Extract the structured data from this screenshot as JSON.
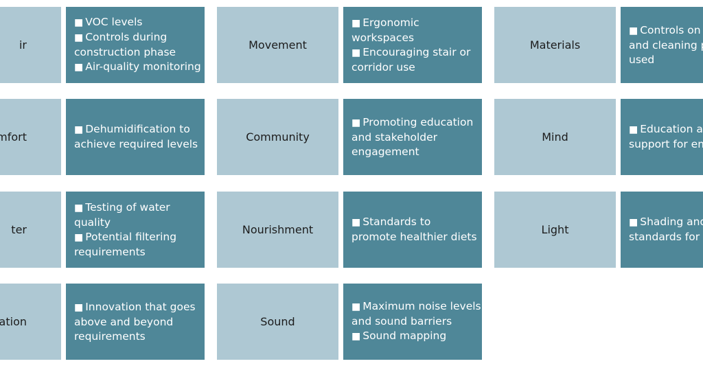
{
  "columns": [
    {
      "rows": [
        {
          "label": "Air",
          "visible_label": "ir",
          "detail_lines": [
            {
              "bullet": true,
              "text": "VOC levels"
            },
            {
              "bullet": true,
              "text": "Controls during"
            },
            {
              "bullet": false,
              "text": "construction phase"
            },
            {
              "bullet": true,
              "text": "Air-quality monitoring"
            }
          ]
        },
        {
          "label": "Thermal comfort",
          "visible_label": "comfort",
          "detail_lines": [
            {
              "bullet": true,
              "text": "Dehumidification to"
            },
            {
              "bullet": false,
              "text": "achieve required levels"
            }
          ]
        },
        {
          "label": "Water",
          "visible_label": "ter",
          "detail_lines": [
            {
              "bullet": true,
              "text": "Testing of water"
            },
            {
              "bullet": false,
              "text": "quality"
            },
            {
              "bullet": true,
              "text": "Potential filtering"
            },
            {
              "bullet": false,
              "text": "requirements"
            }
          ]
        },
        {
          "label": "Innovation",
          "visible_label": "vation",
          "detail_lines": [
            {
              "bullet": true,
              "text": "Innovation that goes"
            },
            {
              "bullet": false,
              "text": "above and beyond"
            },
            {
              "bullet": false,
              "text": "requirements"
            }
          ]
        }
      ]
    },
    {
      "rows": [
        {
          "label": "Movement",
          "visible_label": "Movement",
          "detail_lines": [
            {
              "bullet": true,
              "text": "Ergonomic"
            },
            {
              "bullet": false,
              "text": "workspaces"
            },
            {
              "bullet": true,
              "text": "Encouraging stair or"
            },
            {
              "bullet": false,
              "text": "corridor use"
            }
          ]
        },
        {
          "label": "Community",
          "visible_label": "Community",
          "detail_lines": [
            {
              "bullet": true,
              "text": "Promoting education"
            },
            {
              "bullet": false,
              "text": "and stakeholder"
            },
            {
              "bullet": false,
              "text": "engagement"
            }
          ]
        },
        {
          "label": "Nourishment",
          "visible_label": "Nourishment",
          "detail_lines": [
            {
              "bullet": true,
              "text": "Standards to"
            },
            {
              "bullet": false,
              "text": "promote healthier diets"
            }
          ]
        },
        {
          "label": "Sound",
          "visible_label": "Sound",
          "detail_lines": [
            {
              "bullet": true,
              "text": "Maximum noise levels"
            },
            {
              "bullet": false,
              "text": "and sound barriers"
            },
            {
              "bullet": true,
              "text": "Sound mapping"
            }
          ]
        }
      ]
    },
    {
      "rows": [
        {
          "label": "Materials",
          "visible_label": "Materials",
          "detail_lines": [
            {
              "bullet": true,
              "text": "Controls on m"
            },
            {
              "bullet": false,
              "text": "and cleaning p"
            },
            {
              "bullet": false,
              "text": "used"
            }
          ]
        },
        {
          "label": "Mind",
          "visible_label": "Mind",
          "detail_lines": [
            {
              "bullet": true,
              "text": "Education an"
            },
            {
              "bullet": false,
              "text": "support for em"
            }
          ]
        },
        {
          "label": "Light",
          "visible_label": "Light",
          "detail_lines": [
            {
              "bullet": true,
              "text": "Shading and"
            },
            {
              "bullet": false,
              "text": "standards for l"
            }
          ]
        }
      ]
    }
  ],
  "colors": {
    "category_fill": "#aec8d3",
    "detail_fill": "#4f8798",
    "detail_text": "#ffffff",
    "category_text": "#1c1c1c"
  }
}
